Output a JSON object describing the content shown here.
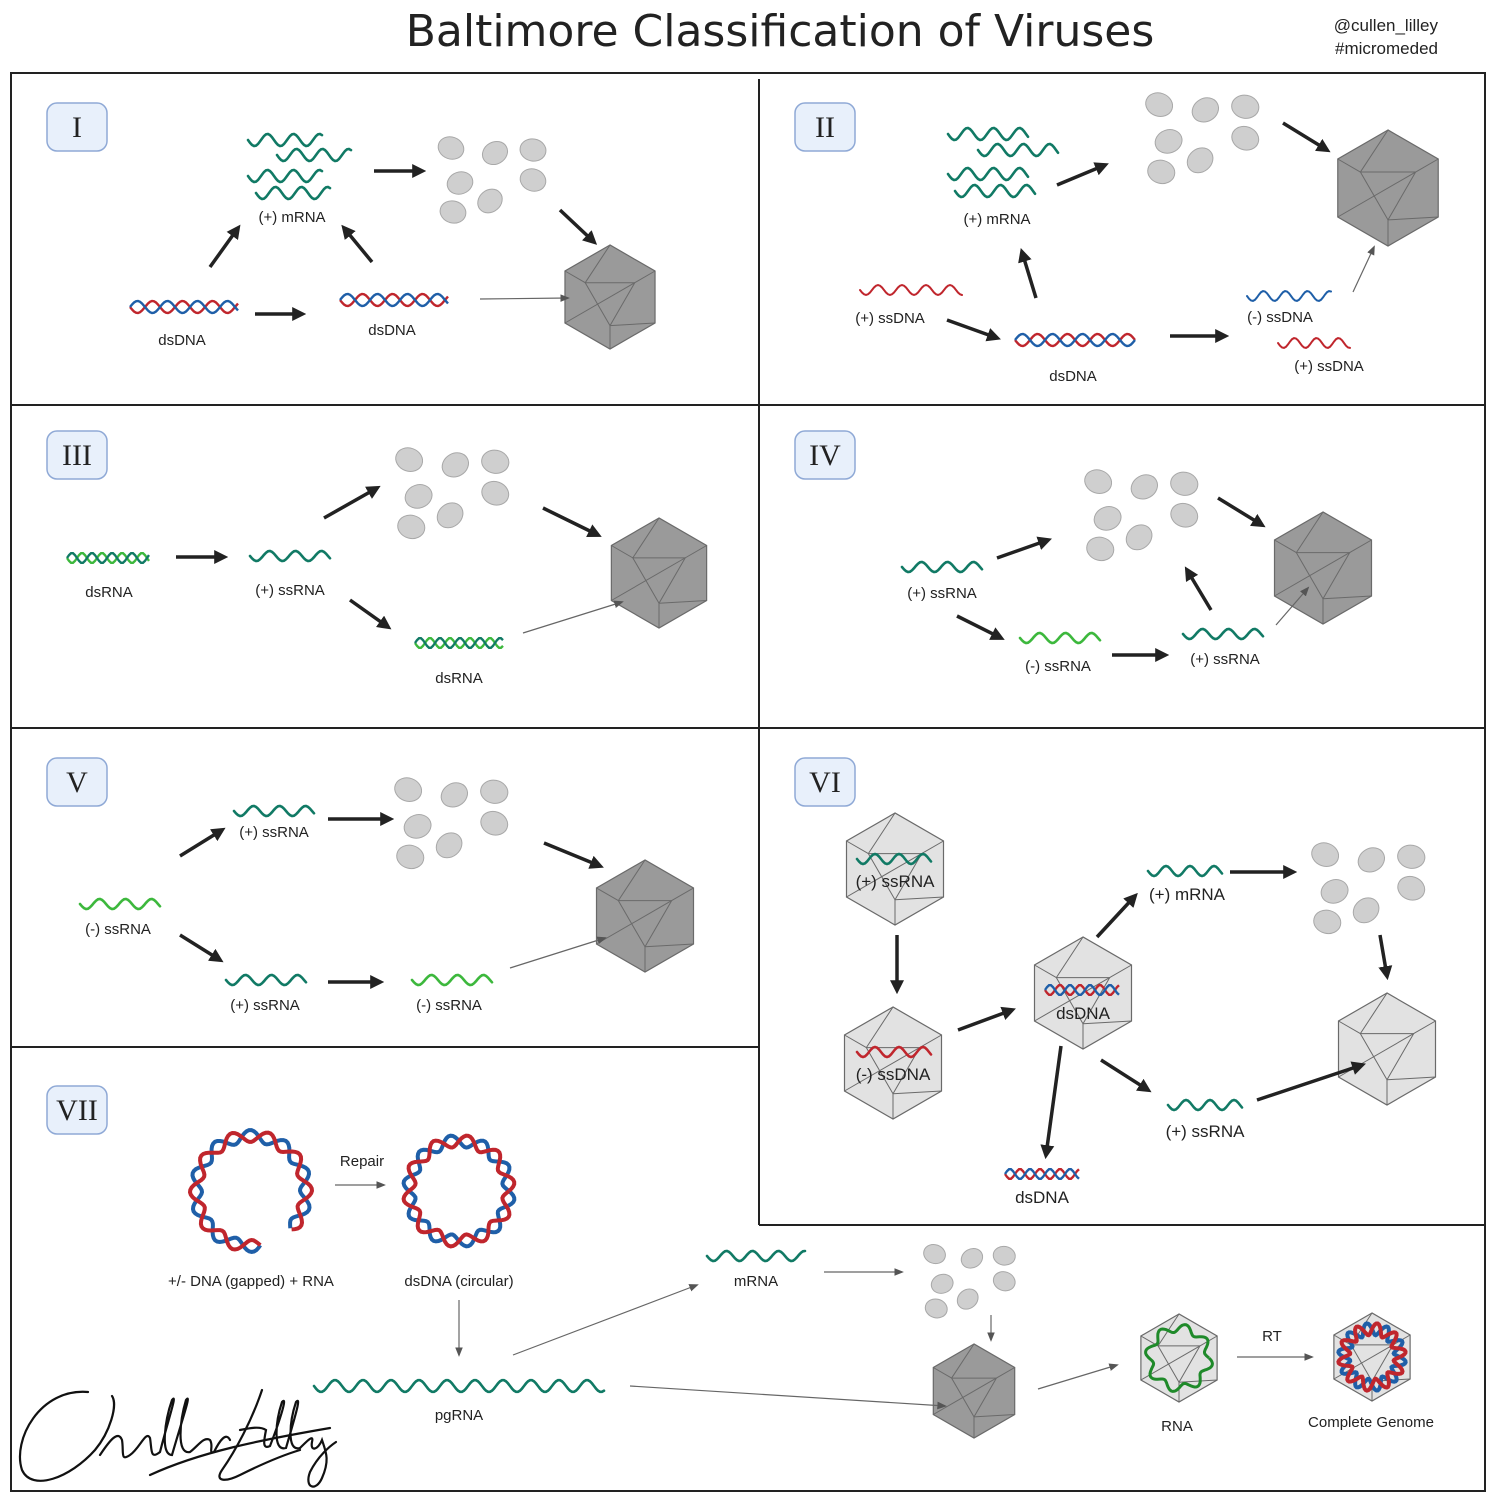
{
  "title": "Baltimore Classification of Viruses",
  "credit": {
    "handle": "@cullen_lilley",
    "hashtag": "#micromeded",
    "signature": "Cullen Lilley"
  },
  "colors": {
    "teal": "#117a65",
    "dark_teal": "#0f6b5c",
    "green": "#3db83d",
    "red": "#c0262d",
    "blue": "#1f5fa8",
    "protein": "#cfcfcf",
    "capsid": "#9a9a9a",
    "capsid_light": "#e2e2e2",
    "badge": "#e8f0fb"
  },
  "panels": {
    "I": {
      "numeral": "I",
      "mrna": "(+) mRNA",
      "dsdna1": "dsDNA",
      "dsdna2": "dsDNA"
    },
    "II": {
      "numeral": "II",
      "mrna": "(+) mRNA",
      "ssdna_pos": "(+) ssDNA",
      "dsdna": "dsDNA",
      "ssdna_neg": "(-) ssDNA",
      "ssdna_pos2": "(+) ssDNA"
    },
    "III": {
      "numeral": "III",
      "dsrna1": "dsRNA",
      "ssrna_pos": "(+) ssRNA",
      "dsrna2": "dsRNA"
    },
    "IV": {
      "numeral": "IV",
      "ssrna_pos": "(+) ssRNA",
      "ssrna_neg": "(-) ssRNA",
      "ssrna_pos2": "(+) ssRNA"
    },
    "V": {
      "numeral": "V",
      "ssrna_pos_top": "(+) ssRNA",
      "ssrna_neg": "(-) ssRNA",
      "ssrna_pos_bot": "(+) ssRNA",
      "ssrna_neg2": "(-) ssRNA"
    },
    "VI": {
      "numeral": "VI",
      "ssrna_pos": "(+) ssRNA",
      "ssdna_neg": "(-) ssDNA",
      "dsdna": "dsDNA",
      "mrna": "(+) mRNA",
      "ssrna_pos2": "(+) ssRNA",
      "dsdna2": "dsDNA"
    },
    "VII": {
      "numeral": "VII",
      "gapped": "+/- DNA (gapped) + RNA",
      "repair": "Repair",
      "circular": "dsDNA (circular)",
      "mrna": "mRNA",
      "pgrna": "pgRNA",
      "rna": "RNA",
      "rt": "RT",
      "complete": "Complete Genome"
    }
  }
}
